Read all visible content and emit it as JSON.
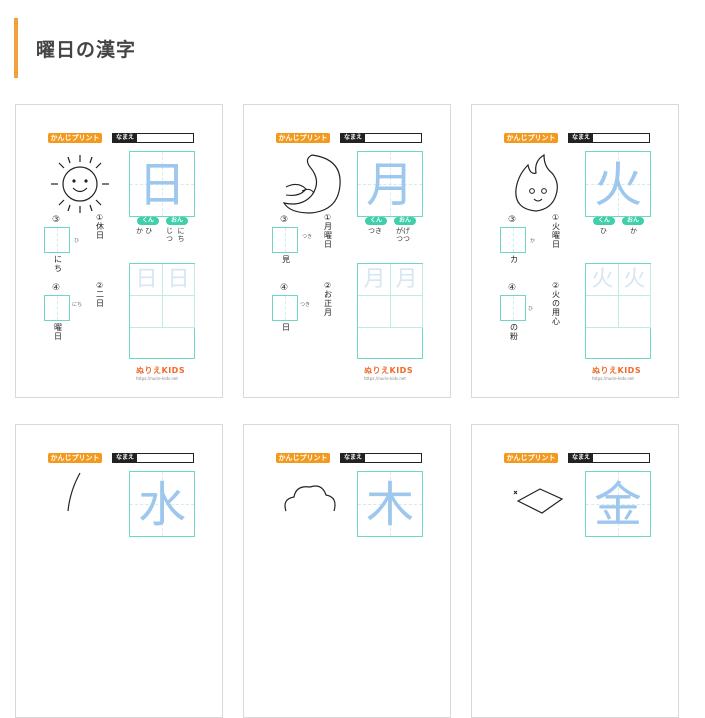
{
  "section": {
    "title": "曜日の漢字"
  },
  "print": {
    "badge": "かんじプリント",
    "name_label": "なまえ",
    "kun": "くん",
    "on": "おん",
    "logo": "ぬりえKIDS",
    "url": "https://nurie-kids.net"
  },
  "cards": [
    {
      "kanji": "日",
      "icon": "sun-illustration",
      "kun": "か  ひ",
      "on": "じ  に\nつ  ち",
      "q1": "①休日",
      "q2": "②二日",
      "q3": "③",
      "q3_text": "にち",
      "q4": "④",
      "q4_text": "曜日",
      "q1_ruby": "ひ",
      "q4_ruby": "にち"
    },
    {
      "kanji": "月",
      "icon": "moon-illustration",
      "kun": "つき",
      "on": "がげ\nつつ",
      "q1": "①月曜日",
      "q2": "②お正月",
      "q3": "③",
      "q3_text": "見",
      "q4": "④",
      "q4_text": "日",
      "q1_ruby": "つき",
      "q4_ruby": "つき"
    },
    {
      "kanji": "火",
      "icon": "fire-illustration",
      "kun": "ひ",
      "on": "か",
      "q1": "①火曜日",
      "q2": "②火の用心",
      "q3": "③",
      "q3_text": "カ",
      "q4": "④",
      "q4_text": "の粉",
      "q1_ruby": "か",
      "q4_ruby": "ひ"
    },
    {
      "kanji": "水",
      "icon": "water-drop-illustration"
    },
    {
      "kanji": "木",
      "icon": "tree-illustration"
    },
    {
      "kanji": "金",
      "icon": "treasure-illustration"
    }
  ]
}
